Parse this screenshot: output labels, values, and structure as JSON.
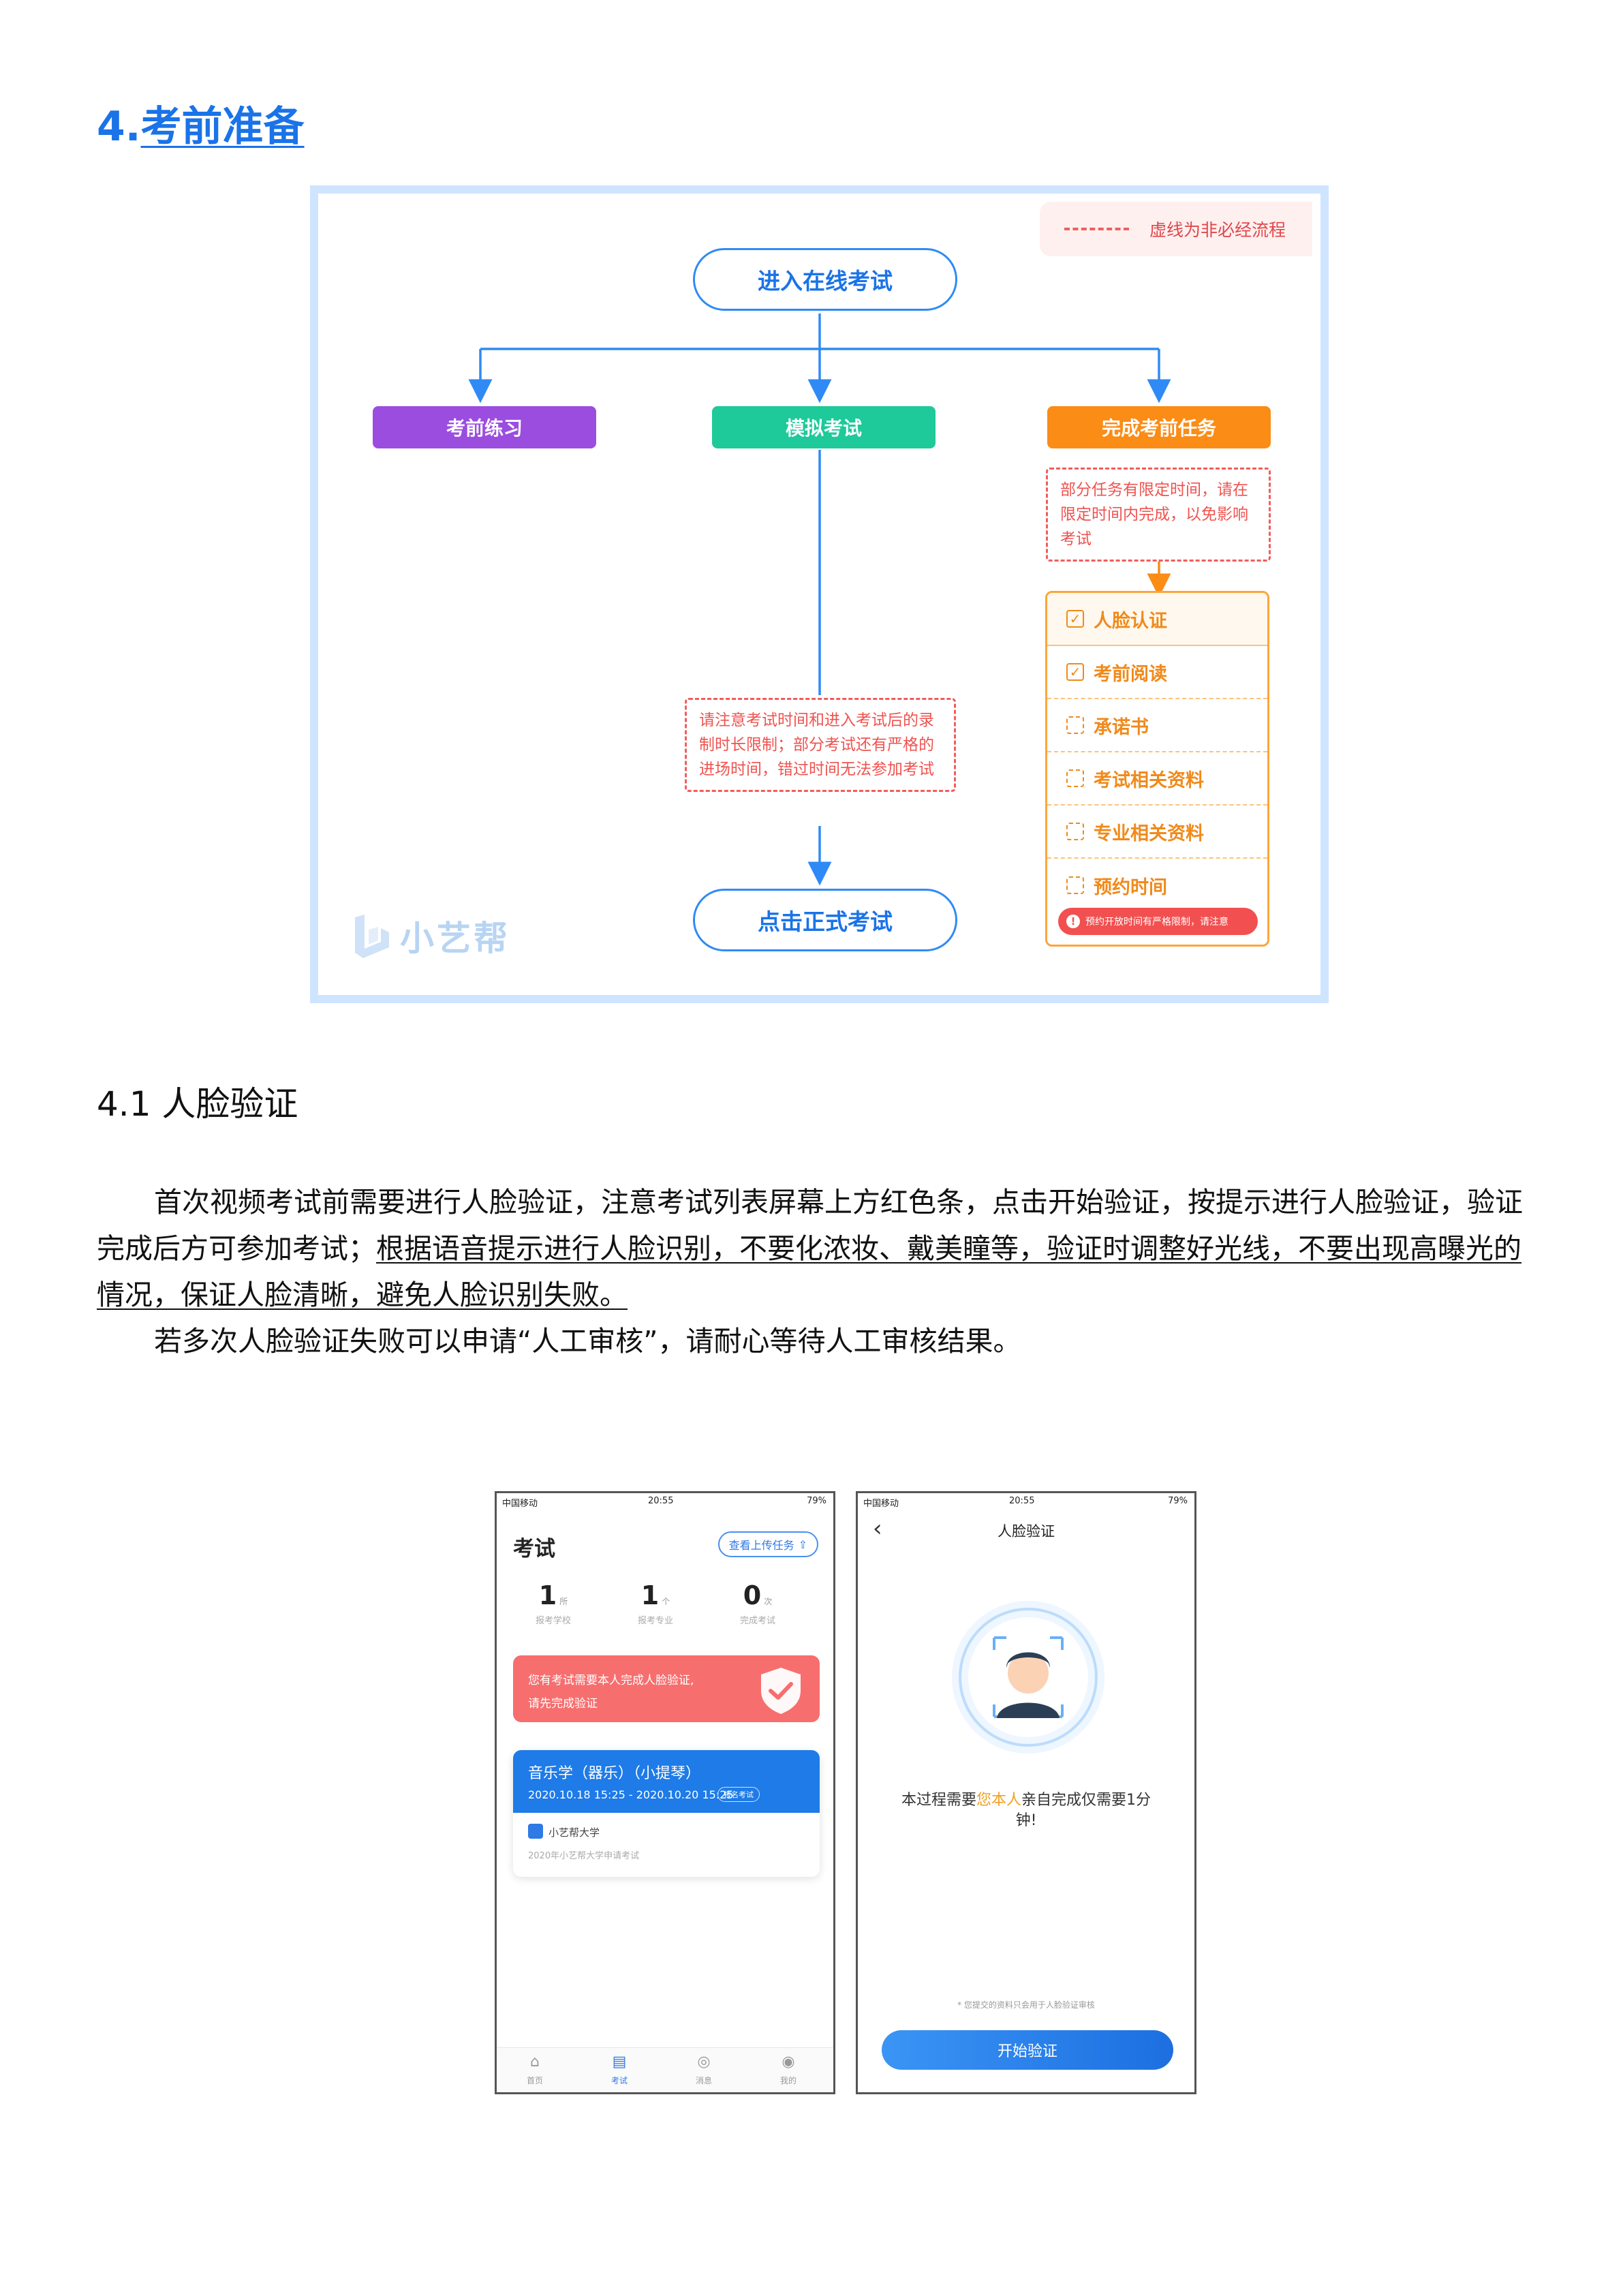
{
  "heading": {
    "number": "4.",
    "title": "考前准备"
  },
  "flowchart": {
    "legend": "虚线为非必经流程",
    "start": "进入在线考试",
    "branches": [
      "考前练习",
      "模拟考试",
      "完成考前任务"
    ],
    "branch_colors": [
      "#9b4de0",
      "#1ec99a",
      "#fb8c16"
    ],
    "task_note": "部分任务有限定时间，请在限定时间内完成，以免影响考试",
    "mock_note": "请注意考试时间和进入考试后的录制时长限制；部分考试还有严格的进场时间，错过时间无法参加考试",
    "end": "点击正式考试",
    "tasks": [
      {
        "label": "人脸认证",
        "required": true
      },
      {
        "label": "考前阅读",
        "required": true
      },
      {
        "label": "承诺书",
        "required": false
      },
      {
        "label": "考试相关资料",
        "required": false
      },
      {
        "label": "专业相关资料",
        "required": false
      },
      {
        "label": "预约时间",
        "required": false
      }
    ],
    "task_warning": "预约开放时间有严格限制，请注意",
    "logo_text": "小艺帮"
  },
  "section": {
    "title": "4.1 人脸验证",
    "p1_plain": "首次视频考试前需要进行人脸验证，注意考试列表屏幕上方红色条，点击开始验证，按提示进行人脸验证，验证完成后方可参加考试；",
    "p1_underlined": "根据语音提示进行人脸识别，不要化浓妆、戴美瞳等，验证时调整好光线，不要出现高曝光的情况，保证人脸清晰，避免人脸识别失败。",
    "p2": "若多次人脸验证失败可以申请“人工审核”，请耐心等待人工审核结果。"
  },
  "phone1": {
    "carrier": "中国移动",
    "time": "20:55",
    "battery": "79%",
    "title": "考试",
    "upload_btn": "查看上传任务",
    "stats": [
      {
        "value": "1",
        "unit": "所",
        "label": "报考学校"
      },
      {
        "value": "1",
        "unit": "个",
        "label": "报考专业"
      },
      {
        "value": "0",
        "unit": "次",
        "label": "完成考试"
      }
    ],
    "alert_line1": "您有考试需要本人完成人脸验证,",
    "alert_line2": "请先完成验证",
    "exam_name": "音乐学（器乐）（小提琴）",
    "exam_time": "2020.10.18 15:25 - 2020.10.20 15:25",
    "exam_badge": "报名考试",
    "school": "小艺帮大学",
    "exam_sub": "2020年小艺帮大学申请考试",
    "tabs": [
      "首页",
      "考试",
      "消息",
      "我的"
    ]
  },
  "phone2": {
    "carrier": "中国移动",
    "time": "20:55",
    "battery": "79%",
    "title": "人脸验证",
    "desc_pre": "本过程需要",
    "desc_hl": "您本人",
    "desc_post": "亲自完成仅需要1分钟!",
    "tip": "* 您提交的资料只会用于人脸验证审核",
    "button": "开始验证"
  }
}
